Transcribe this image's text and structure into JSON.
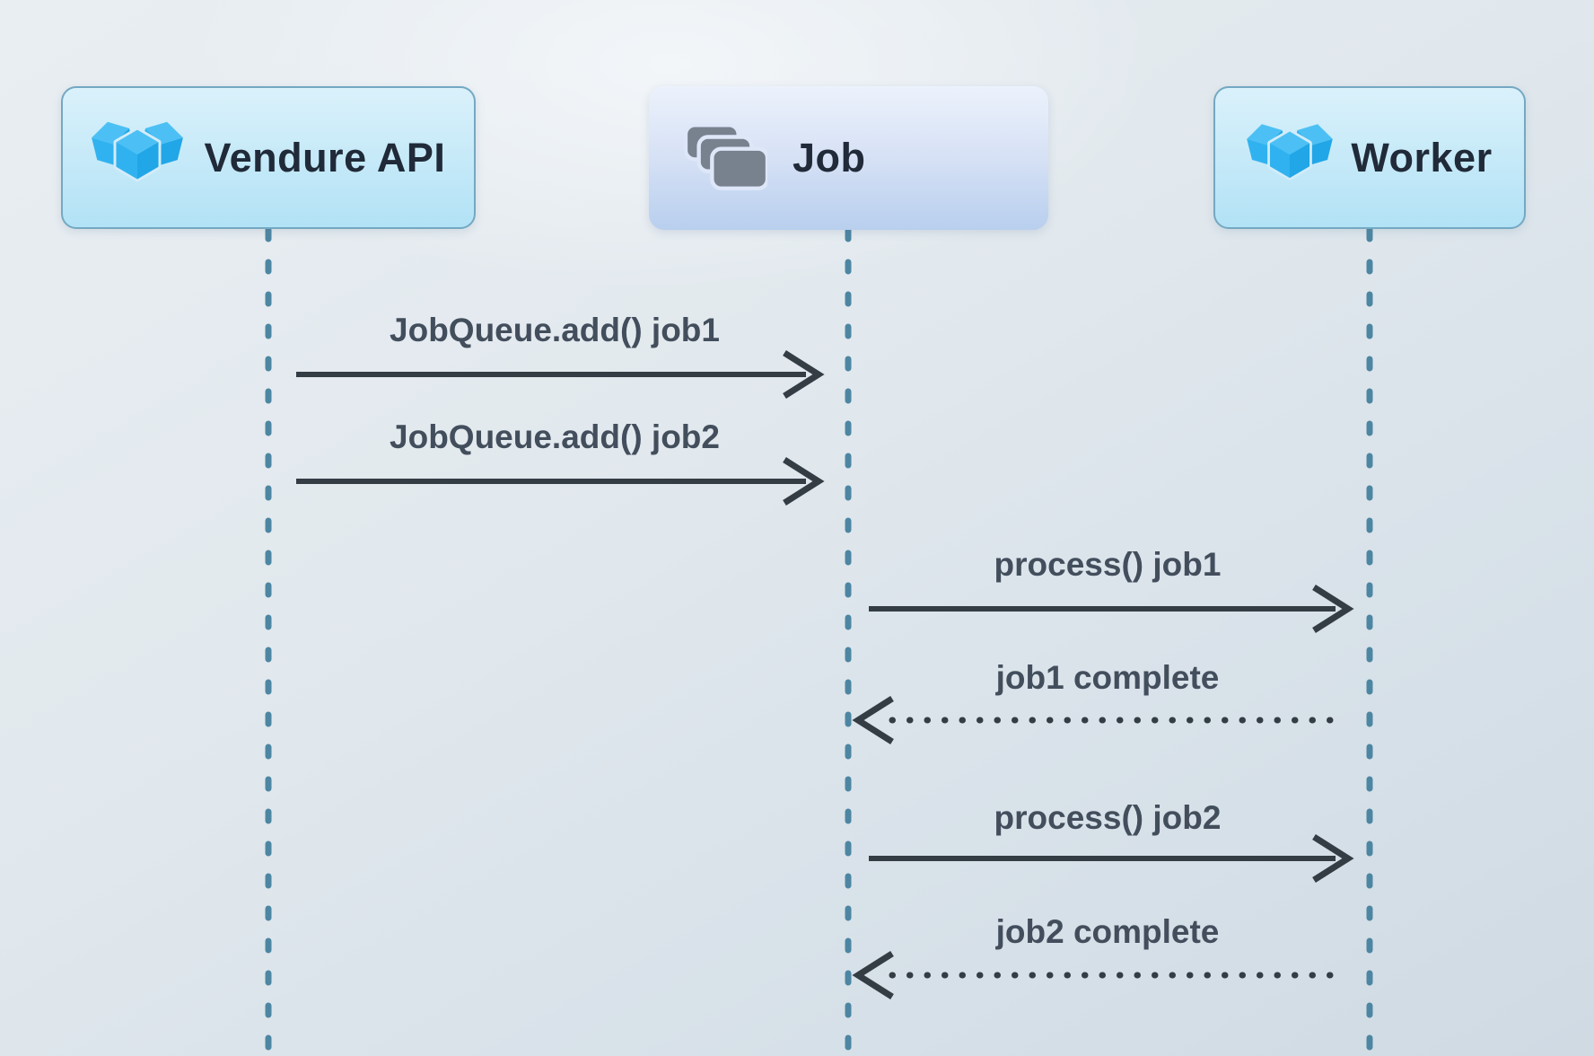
{
  "diagram": {
    "kind": "sequence-diagram",
    "participants": [
      {
        "name": "Vendure API",
        "icon": "vendure-logo-icon"
      },
      {
        "name": "Job",
        "icon": "stacked-cards-icon"
      },
      {
        "name": "Worker",
        "icon": "vendure-logo-icon"
      }
    ],
    "messages": [
      {
        "text": "JobQueue.add() job1",
        "from": "Vendure API",
        "to": "Job",
        "line": "solid"
      },
      {
        "text": "JobQueue.add() job2",
        "from": "Vendure API",
        "to": "Job",
        "line": "solid"
      },
      {
        "text": "process() job1",
        "from": "Job",
        "to": "Worker",
        "line": "solid"
      },
      {
        "text": "job1 complete",
        "from": "Worker",
        "to": "Job",
        "line": "dotted"
      },
      {
        "text": "process() job2",
        "from": "Job",
        "to": "Worker",
        "line": "solid"
      },
      {
        "text": "job2 complete",
        "from": "Worker",
        "to": "Job",
        "line": "dotted"
      }
    ],
    "colors": {
      "background": "#e2e9ee",
      "lifeline": "#4d86a2",
      "arrow": "#343c44",
      "message_text": "#434e5d",
      "participant_text": "#202a38",
      "cyan_box_fill_top": "#daf1fb",
      "cyan_box_fill_bottom": "#b2e2f6",
      "cyan_box_border": "#74a8c2",
      "periwinkle_box_fill_top": "#ecf2fc",
      "periwinkle_box_fill_bottom": "#b8cfee",
      "logo_blue": "#2fb1ef",
      "cards_gray": "#78818e"
    }
  }
}
